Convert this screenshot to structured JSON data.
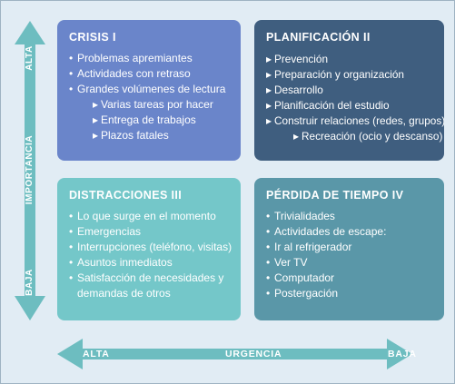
{
  "quadrants": {
    "q1": {
      "title": "CRISIS I",
      "items": [
        {
          "text": "Problemas apremiantes"
        },
        {
          "text": "Actividades con retraso"
        },
        {
          "text": "Grandes volúmenes de lectura"
        },
        {
          "text": "Varias tareas por hacer",
          "sub": true
        },
        {
          "text": "Entrega de trabajos",
          "sub": true
        },
        {
          "text": "Plazos fatales",
          "sub": true
        }
      ]
    },
    "q2": {
      "title": "PLANIFICACIÓN II",
      "items": [
        {
          "text": "Prevención"
        },
        {
          "text": "Preparación y organización"
        },
        {
          "text": "Desarrollo"
        },
        {
          "text": "Planificación del estudio"
        },
        {
          "text": "Construir relaciones (redes, grupos)"
        },
        {
          "text": "Recreación (ocio y descanso)",
          "sub": true
        }
      ]
    },
    "q3": {
      "title": "DISTRACCIONES III",
      "items": [
        {
          "text": "Lo que surge en el momento"
        },
        {
          "text": "Emergencias"
        },
        {
          "text": "Interrupciones (teléfono, visitas)"
        },
        {
          "text": "Asuntos inmediatos"
        },
        {
          "text": "Satisfacción de necesidades y"
        },
        {
          "text": "demandas de otros",
          "cont": true
        }
      ]
    },
    "q4": {
      "title": "PÉRDIDA DE TIEMPO IV",
      "items": [
        {
          "text": "Trivialidades"
        },
        {
          "text": "Actividades de escape:"
        },
        {
          "text": "Ir al refrigerador"
        },
        {
          "text": "Ver TV"
        },
        {
          "text": "Computador"
        },
        {
          "text": "Postergación"
        }
      ]
    }
  },
  "axes": {
    "vertical": {
      "top": "ALTA",
      "middle": "IMPORTANCIA",
      "bottom": "BAJA"
    },
    "horizontal": {
      "left": "ALTA",
      "middle": "URGENCIA",
      "right": "BAJA"
    }
  },
  "colors": {
    "q1": "#6a85ca",
    "q2": "#3f5e7f",
    "q3": "#74c7c9",
    "q4": "#5a97a8",
    "arrow": "#6dbdc0"
  },
  "markers": {
    "bullet": "•",
    "triangle": "▸"
  }
}
